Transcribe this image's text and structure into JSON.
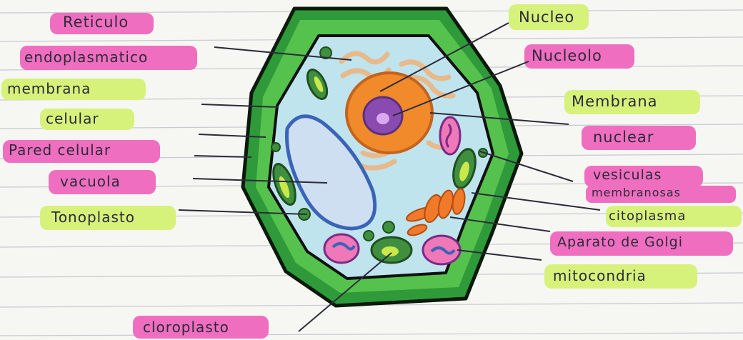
{
  "colors": {
    "paper": "#f6f6f3",
    "rule_line": "#c9c9d1",
    "highlight_pink": "#f06ec0",
    "highlight_green": "#d7f27a",
    "cell_wall": "#2e9a3a",
    "cell_wall_inner": "#55c24d",
    "cytoplasm": "#bfe4ee",
    "nucleus": "#f08a2a",
    "nucleolus": "#8a4bb0",
    "vacuole": "#cfdff2",
    "tonoplast": "#3b63b8",
    "golgi": "#f07a2a",
    "mitochondria": "#ee78b8",
    "chloroplast": "#3f8f3f",
    "ink": "#2b2b3a"
  },
  "labels": {
    "reticulo": "Reticulo",
    "endoplasmatico": "endoplasmatico",
    "membrana_celular_1": "membrana",
    "membrana_celular_2": "celular",
    "pared_celular": "Pared celular",
    "vacuola": "vacuola",
    "tonoplasto": "Tonoplasto",
    "cloroplasto": "cloroplasto",
    "nucleo": "Nucleo",
    "nucleolo": "Nucleolo",
    "membrana_nuclear_1": "Membrana",
    "membrana_nuclear_2": "nuclear",
    "vesiculas_1": "vesiculas",
    "vesiculas_2": "membranosas",
    "citoplasma": "citoplasma",
    "golgi": "Aparato de Golgi",
    "mitocondria": "mitocondria"
  }
}
